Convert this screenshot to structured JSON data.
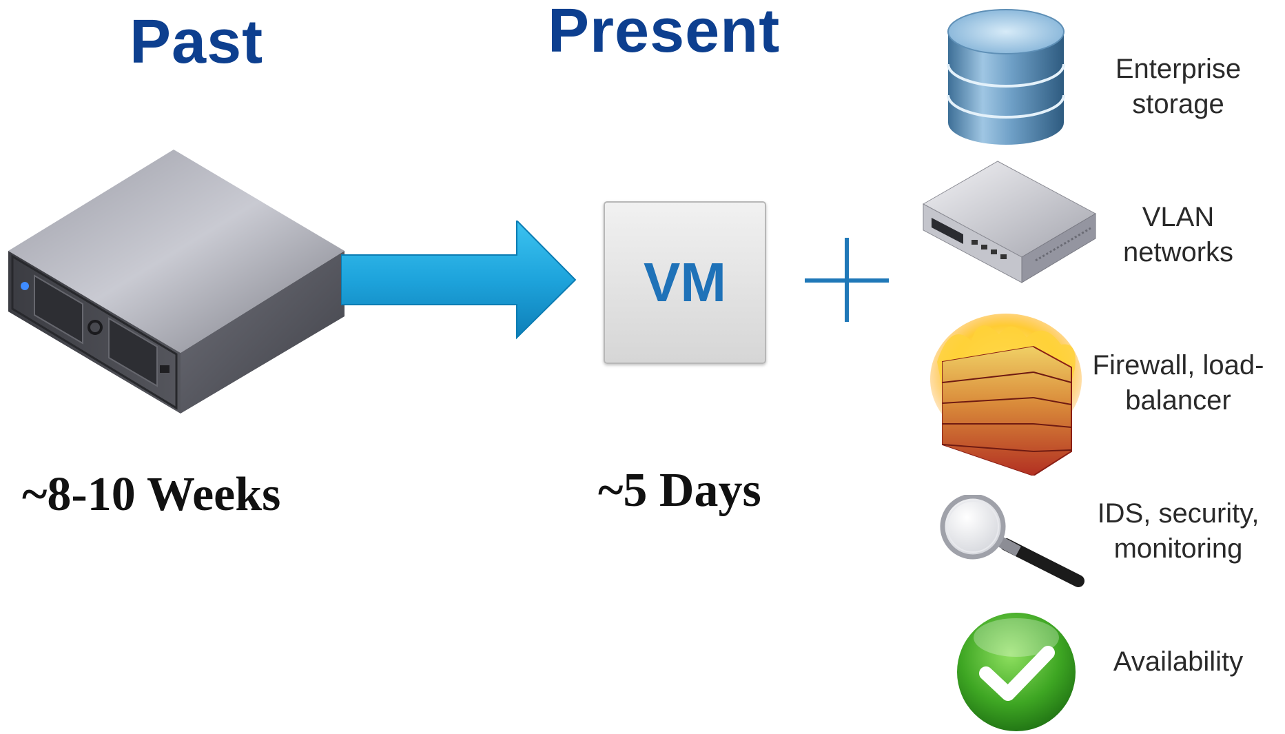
{
  "headings": {
    "past": "Past",
    "present": "Present"
  },
  "durations": {
    "past": "~8-10 Weeks",
    "present": "~5 Days"
  },
  "vm": {
    "label": "VM"
  },
  "colors": {
    "heading": "#0d3f8f",
    "arrow": "#1ea4dc",
    "vm_text": "#1f72b8",
    "plus": "#1f78b8"
  },
  "resources": [
    {
      "icon": "database-icon",
      "line1": "Enterprise",
      "line2": "storage"
    },
    {
      "icon": "network-switch-icon",
      "line1": "VLAN",
      "line2": "networks"
    },
    {
      "icon": "firewall-icon",
      "line1": "Firewall, load-",
      "line2": "balancer"
    },
    {
      "icon": "magnifier-icon",
      "line1": "IDS, security,",
      "line2": "monitoring"
    },
    {
      "icon": "checkmark-icon",
      "line1": "Availability",
      "line2": ""
    }
  ]
}
